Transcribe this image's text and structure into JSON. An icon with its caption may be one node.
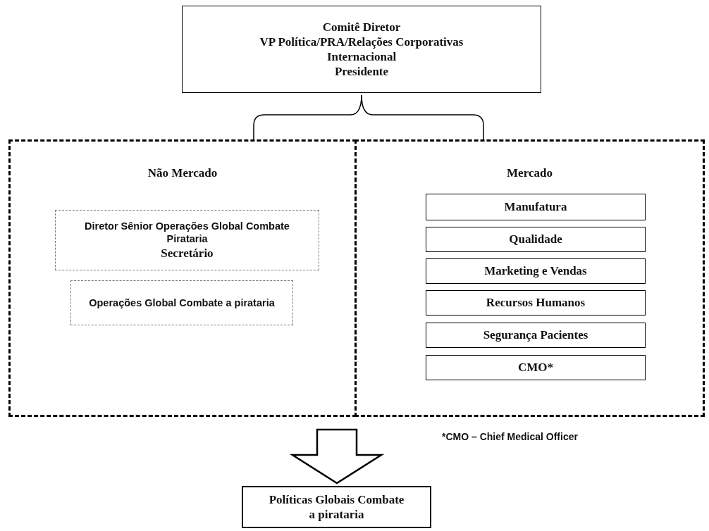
{
  "diagram": {
    "nodes": [
      {
        "text": [
          "Comitê Diretor",
          "VP Política/PRA/Relações Corporativas Internacional",
          "Presidente"
        ]
      },
      {
        "text": [
          "Não Mercado"
        ]
      },
      {
        "text": [
          "Diretor Sênior Operações Global Combate Pirataria",
          "Secretário"
        ],
        "in": 1
      },
      {
        "text": [
          "Operações Global Combate a pirataria"
        ],
        "in": 1
      },
      {
        "text": [
          "Mercado"
        ]
      },
      {
        "text": [
          "Manufatura"
        ],
        "in": 4
      },
      {
        "text": [
          "Qualidade"
        ],
        "in": 4
      },
      {
        "text": [
          "Marketing e Vendas"
        ],
        "in": 4
      },
      {
        "text": [
          "Recursos Humanos"
        ],
        "in": 4
      },
      {
        "text": [
          "Segurança Pacientes"
        ],
        "in": 4
      },
      {
        "text": [
          "CMO*"
        ],
        "in": 4
      },
      {
        "text": [
          "Políticas Globais Combate a pirataria"
        ]
      }
    ],
    "edges": [
      {
        "from": 0,
        "to": 1,
        "arrow": "none"
      },
      {
        "from": 0,
        "to": 4,
        "arrow": "none"
      },
      {
        "from": 1,
        "to": 11,
        "arrow": "to",
        "style": "thick"
      }
    ],
    "labels": [
      "*CMO – Chief Medical Officer"
    ]
  }
}
